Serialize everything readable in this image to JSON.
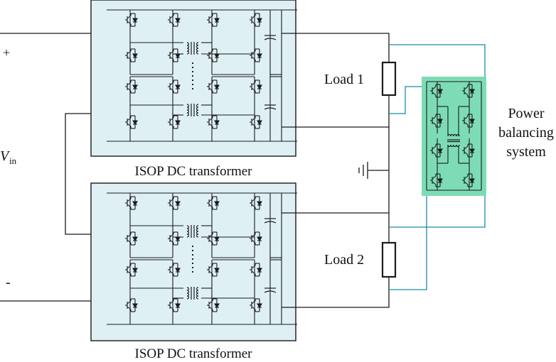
{
  "labels": {
    "plus": "+",
    "minus": "-",
    "vin_main": "V",
    "vin_sub": "in",
    "load1": "Load 1",
    "load2": "Load 2",
    "pbs_line1": "Power",
    "pbs_line2": "balancing",
    "pbs_line3": "system",
    "dct_top": "ISOP DC transformer",
    "dct_bottom": "ISOP DC transformer"
  },
  "colors": {
    "box_fill": "#dff0f5",
    "pbs_fill": "#7ddcb6",
    "wire": "#1a1a1a",
    "teal_wire": "#1b8aa8"
  }
}
